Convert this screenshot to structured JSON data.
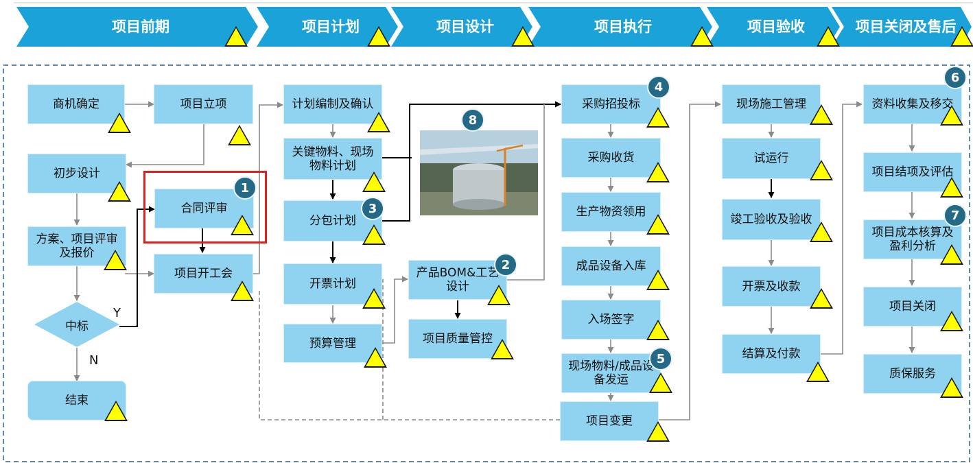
{
  "phases": [
    "项目前期",
    "项目计划",
    "项目设计",
    "项目执行",
    "项目验收",
    "项目关闭及售后"
  ],
  "nodes": {
    "shangji": "商机确定",
    "lixiang": "项目立项",
    "chubu": "初步设计",
    "hetong": "合同评审",
    "fangan": "方案、项目评审及报价",
    "kaigong": "项目开工会",
    "zhongbiao": "中标",
    "jieshu": "结束",
    "jihua": "计划编制及确认",
    "guanjian": "关键物料、现场物料计划",
    "fenbao": "分包计划",
    "kaipiao": "开票计划",
    "yusuan": "预算管理",
    "bom": "产品BOM&工艺设计",
    "zhiliang": "项目质量管控",
    "caigou": "采购招投标",
    "shouhuo": "采购收货",
    "lingyong": "生产物资领用",
    "ruku": "成品设备入库",
    "ruchang": "入场签字",
    "fayun": "现场物料/成品设备发运",
    "biangeng": "项目变更",
    "shigong": "现场施工管理",
    "shiyun": "试运行",
    "jungong": "竣工验收及验收",
    "kaipiaoshou": "开票及收款",
    "jiesuan": "结算及付款",
    "ziliao": "资料收集及移交",
    "jiexiang": "项目结项及评估",
    "chengben": "项目成本核算及盈利分析",
    "guanbi": "项目关闭",
    "zhibao": "质保服务"
  },
  "badges": [
    "1",
    "2",
    "3",
    "4",
    "5",
    "6",
    "7",
    "8"
  ],
  "decision_labels": {
    "yes": "Y",
    "no": "N"
  },
  "colors": {
    "phase_arrow": "#1ba3d9",
    "box_fill": "#8fd3f0",
    "badge_fill": "#246a87",
    "warning_triangle": "#ffff00",
    "highlight_frame": "#e02020",
    "frame_dash": "#2a5f8a"
  },
  "icons": [
    "warning-triangle-icon",
    "arrow-icon",
    "site-photo"
  ]
}
